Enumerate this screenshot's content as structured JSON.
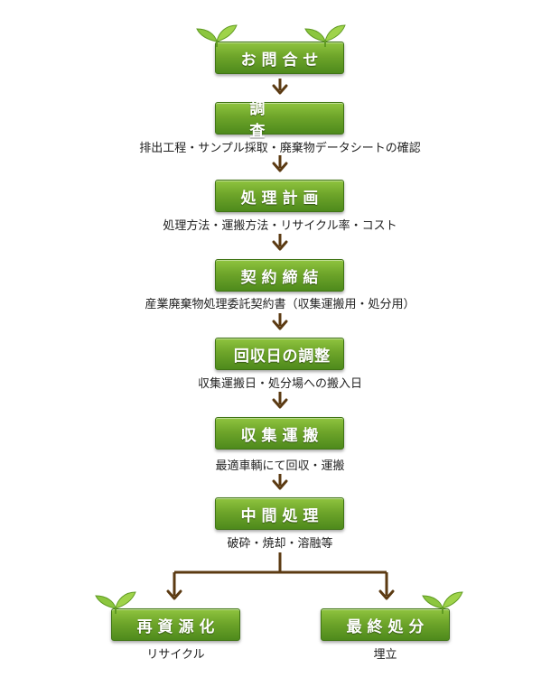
{
  "steps": [
    {
      "label": "お問合せ",
      "desc": ""
    },
    {
      "label": "調査",
      "desc": "排出工程・サンプル採取・廃棄物データシートの確認"
    },
    {
      "label": "処理計画",
      "desc": "処理方法・運搬方法・リサイクル率・コスト"
    },
    {
      "label": "契約締結",
      "desc": "産業廃棄物処理委託契約書（収集運搬用・処分用）"
    },
    {
      "label": "回収日の調整",
      "desc": "収集運搬日・処分場への搬入日"
    },
    {
      "label": "収集運搬",
      "desc": "最適車輌にて回収・運搬"
    },
    {
      "label": "中間処理",
      "desc": "破砕・焼却・溶融等"
    }
  ],
  "branches": [
    {
      "label": "再資源化",
      "desc": "リサイクル"
    },
    {
      "label": "最終処分",
      "desc": "埋立"
    }
  ],
  "colors": {
    "box": "#6ea52a",
    "arrow": "#5b3a12",
    "leaf": "#8cc63f"
  }
}
